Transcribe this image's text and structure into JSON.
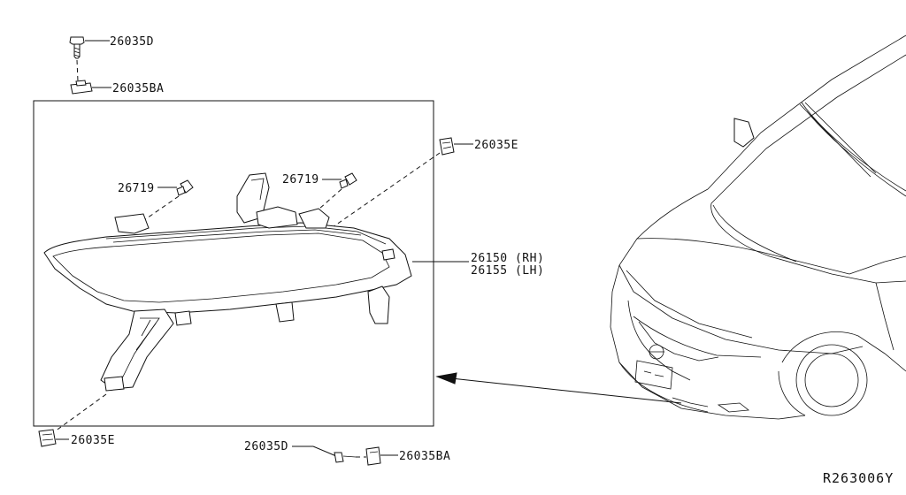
{
  "labels": {
    "bolt_top": "26035D",
    "clip_top": "26035BA",
    "clip_right": "26035E",
    "screw_left": "26719",
    "screw_right": "26719",
    "assy_rh": "26150 (RH)",
    "assy_lh": "26155 (LH)",
    "clip_bottom_left": "26035E",
    "bolt_bottom": "26035D",
    "clip_bottom": "26035BA"
  },
  "reference": "R263006Y"
}
